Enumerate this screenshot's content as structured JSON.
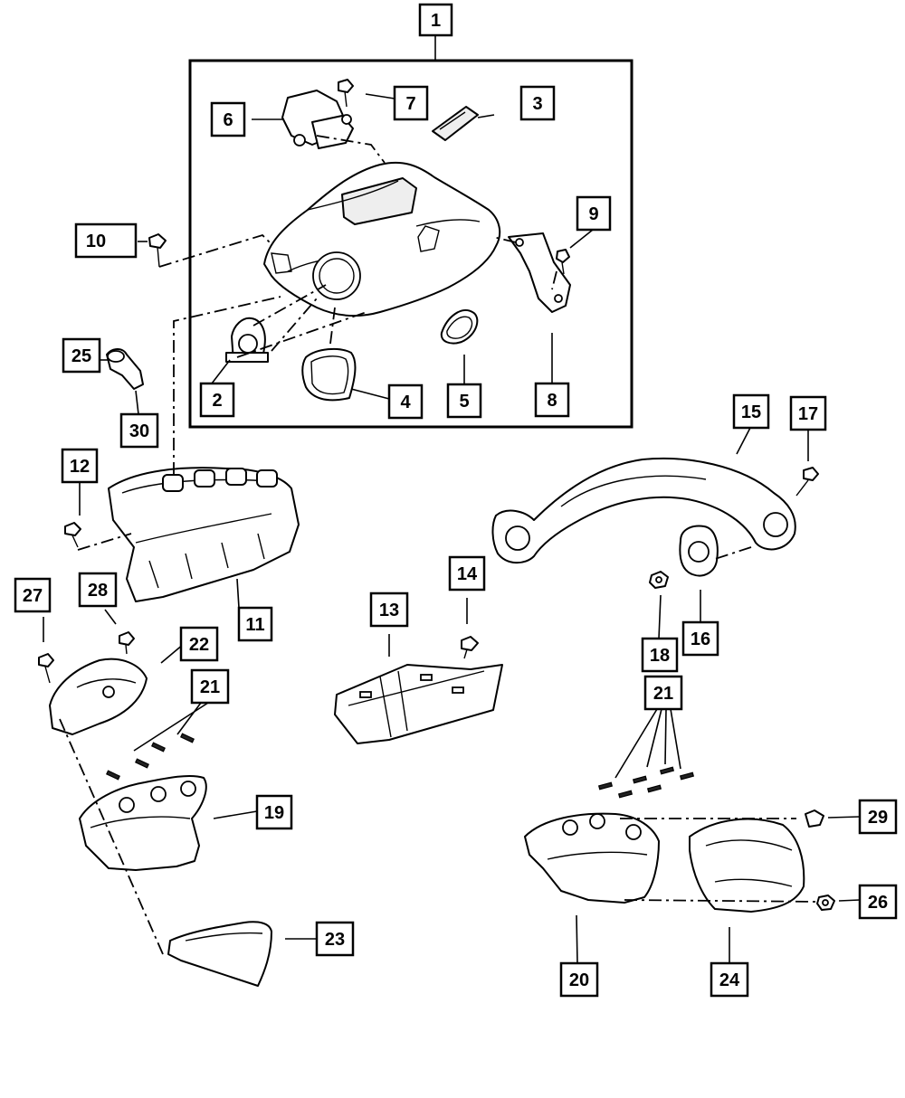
{
  "callouts": [
    {
      "id": "c1",
      "label": "1"
    },
    {
      "id": "c2",
      "label": "2"
    },
    {
      "id": "c3",
      "label": "3"
    },
    {
      "id": "c4",
      "label": "4"
    },
    {
      "id": "c5",
      "label": "5"
    },
    {
      "id": "c6",
      "label": "6"
    },
    {
      "id": "c7",
      "label": "7"
    },
    {
      "id": "c8",
      "label": "8"
    },
    {
      "id": "c9",
      "label": "9"
    },
    {
      "id": "c10",
      "label": "10"
    },
    {
      "id": "c11",
      "label": "11"
    },
    {
      "id": "c12",
      "label": "12"
    },
    {
      "id": "c13",
      "label": "13"
    },
    {
      "id": "c14",
      "label": "14"
    },
    {
      "id": "c15",
      "label": "15"
    },
    {
      "id": "c16",
      "label": "16"
    },
    {
      "id": "c17",
      "label": "17"
    },
    {
      "id": "c18",
      "label": "18"
    },
    {
      "id": "c19",
      "label": "19"
    },
    {
      "id": "c20",
      "label": "20"
    },
    {
      "id": "c21a",
      "label": "21"
    },
    {
      "id": "c21b",
      "label": "21"
    },
    {
      "id": "c22",
      "label": "22"
    },
    {
      "id": "c23",
      "label": "23"
    },
    {
      "id": "c24",
      "label": "24"
    },
    {
      "id": "c25",
      "label": "25"
    },
    {
      "id": "c26",
      "label": "26"
    },
    {
      "id": "c27",
      "label": "27"
    },
    {
      "id": "c28",
      "label": "28"
    },
    {
      "id": "c29",
      "label": "29"
    },
    {
      "id": "c30",
      "label": "30"
    }
  ]
}
